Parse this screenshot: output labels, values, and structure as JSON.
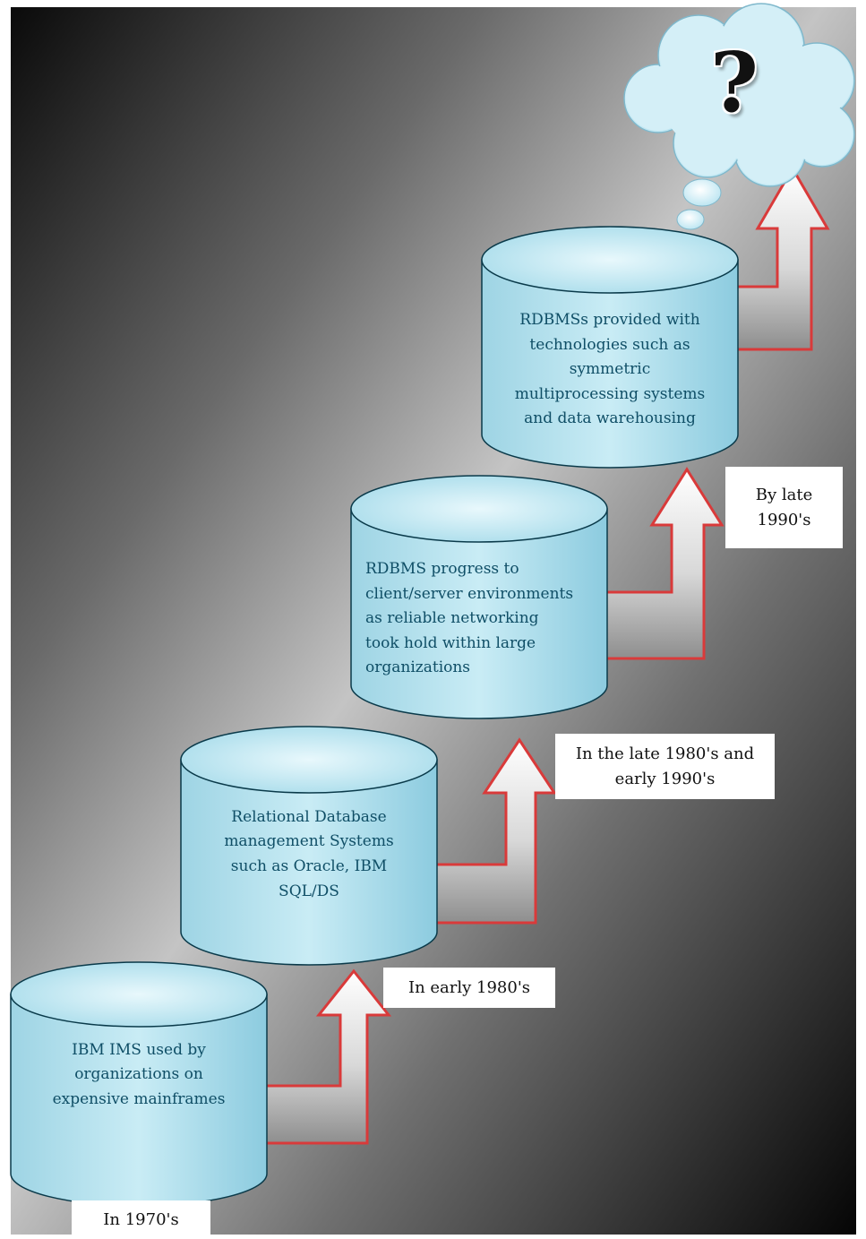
{
  "stages": [
    {
      "text": "IBM IMS used by\norganizations on\nexpensive mainframes",
      "era": "In 1970's"
    },
    {
      "text": "Relational Database\nmanagement Systems\nsuch as Oracle, IBM\nSQL/DS",
      "era": "In early 1980's"
    },
    {
      "text": "RDBMS progress to\nclient/server environments\nas reliable networking\ntook hold within large\norganizations",
      "era": "In the late 1980's and\nearly 1990's"
    },
    {
      "text": "RDBMSs provided with\ntechnologies such as\nsymmetric\nmultiprocessing systems\nand data warehousing",
      "era": "By late\n1990's"
    }
  ],
  "future": {
    "symbol": "?"
  },
  "colors": {
    "cylinder_fill": "#b7e3ef",
    "cylinder_top": "#d9f2f8",
    "cylinder_text": "#0f4e66",
    "arrow_outline": "#d93a3a",
    "background_dark": "#000000",
    "background_light": "#bdbdbd"
  }
}
